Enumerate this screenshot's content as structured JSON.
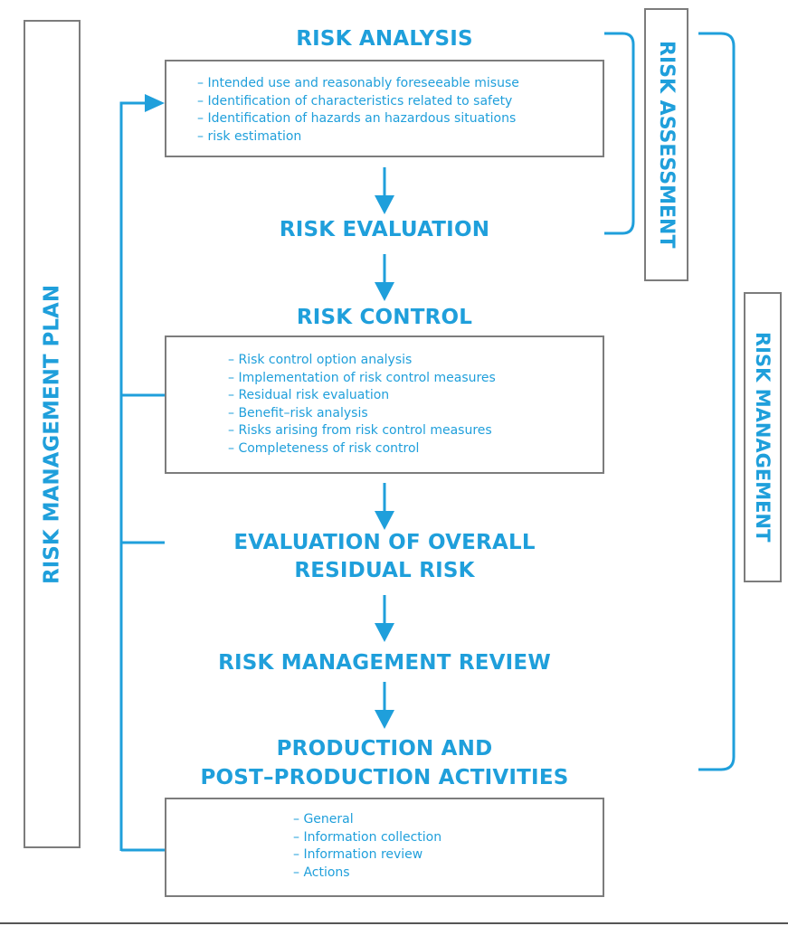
{
  "diagram": {
    "accent_color": "#1f9fdb",
    "border_color": "#7c7c7c",
    "risk_management_plan": "RISK MANAGEMENT PLAN",
    "risk_assessment": "RISK ASSESSMENT",
    "risk_management": "RISK MANAGEMENT",
    "risk_analysis": {
      "title": "RISK ANALYSIS",
      "items": [
        "– Intended use and reasonably foreseeable misuse",
        "– Identification of characteristics related to safety",
        "– Identification of hazards an hazardous situations",
        "– risk estimation"
      ]
    },
    "risk_evaluation": {
      "title": "RISK EVALUATION"
    },
    "risk_control": {
      "title": "RISK CONTROL",
      "items": [
        "– Risk control option analysis",
        "– Implementation of risk control measures",
        "– Residual risk evaluation",
        "– Benefit–risk analysis",
        "– Risks arising from risk control measures",
        "– Completeness of risk control"
      ]
    },
    "overall_residual_risk": {
      "title_line1": "EVALUATION OF OVERALL",
      "title_line2": "RESIDUAL RISK"
    },
    "risk_management_review": {
      "title": "RISK MANAGEMENT REVIEW"
    },
    "production": {
      "title_line1": "PRODUCTION AND",
      "title_line2": "POST–PRODUCTION ACTIVITIES",
      "items": [
        "– General",
        "– Information collection",
        "– Information review",
        "– Actions"
      ]
    }
  }
}
